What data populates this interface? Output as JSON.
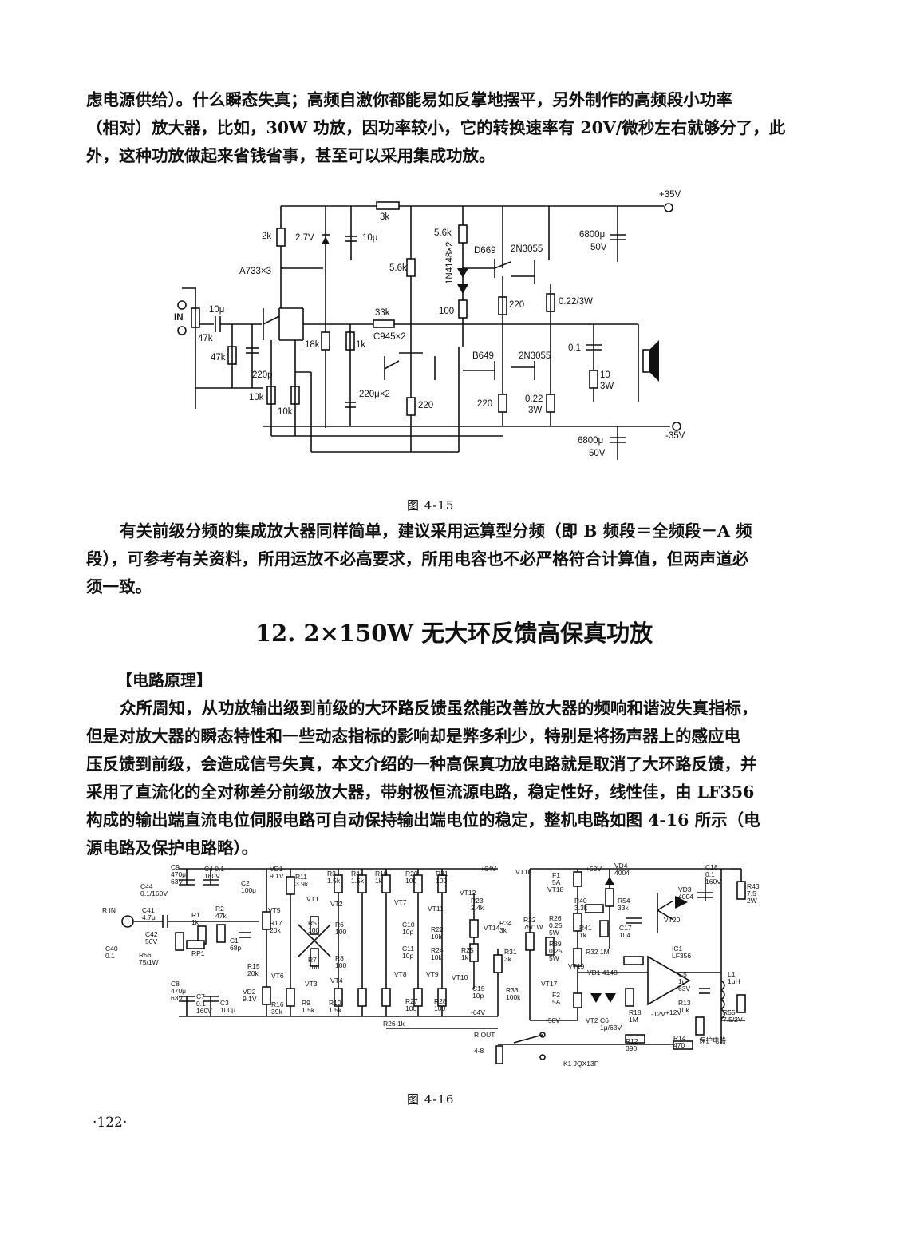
{
  "para1": [
    "虑电源供给）。什么瞬态失真；高频自激你都能易如反掌地摆平，另外制作的高频段小功率",
    "（相对）放大器，比如，30W 功放，因功率较小，它的转换速率有 20V/微秒左右就够分了，此",
    "外，这种功放做起来省钱省事，甚至可以采用集成功放。"
  ],
  "fig1": {
    "caption": "图 4-15",
    "labels": {
      "vplus": "+35V",
      "vminus": "-35V",
      "r3k": "3k",
      "r2k": "2k",
      "z27": "2.7V",
      "c10u": "10μ",
      "r56k_a": "5.6k",
      "r56k_b": "5.6k",
      "a733": "A733×3",
      "in": "IN",
      "c10u_in": "10μ",
      "r47k_a": "47k",
      "r47k_b": "47k",
      "c220p": "220p",
      "r18k": "18k",
      "r1k": "1k",
      "r33k": "33k",
      "c945": "C945×2",
      "c220u": "220μ×2",
      "r10k_a": "10k",
      "r10k_b": "10k",
      "r220_a": "220",
      "d1n4148": "1N4148×2",
      "d669": "D669",
      "t2n3055a": "2N3055",
      "t2n3055b": "2N3055",
      "b649": "B649",
      "r100": "100",
      "r220_b": "220",
      "r220_c": "220",
      "r022a": "0.22/3W",
      "r022b1": "0.22",
      "r022b2": "3W",
      "c01": "0.1",
      "r10_1": "10",
      "r10_2": "3W",
      "c6800a_1": "6800μ",
      "c6800a_2": "50V",
      "c6800b_1": "6800μ",
      "c6800b_2": "50V"
    }
  },
  "para2": [
    "有关前级分频的集成放大器同样简单，建议采用运算型分频（即 B 频段＝全频段－A 频",
    "段），可参考有关资料，所用运放不必高要求，所用电容也不必严格符合计算值，但两声道必",
    "须一致。"
  ],
  "heading": "12.  2×150W 无大环反馈高保真功放",
  "subhead": "【电路原理】",
  "para3": [
    "众所周知，从功放输出级到前级的大环路反馈虽然能改善放大器的频响和谐波失真指标，",
    "但是对放大器的瞬态特性和一些动态指标的影响却是弊多利少，特别是将扬声器上的感应电",
    "压反馈到前级，会造成信号失真，本文介绍的一种高保真功放电路就是取消了大环路反馈，并",
    "采用了直流化的全对称差分前级放大器，带射极恒流源电路，稳定性好，线性佳，由 LF356",
    "构成的输出端直流电位伺服电路可自动保持输出端电位的稳定，整机电路如图 4-16 所示（电",
    "源电路及保护电路略）。"
  ],
  "fig2": {
    "caption": "图 4-16",
    "labels": {
      "c9": "C9 470μ 63V",
      "c4": "C4 0.1 160V",
      "c2": "C2 100μ",
      "vd1": "VD1 9.1V",
      "r11": "R11 3.9k",
      "r3": "R3 1.5k",
      "r4": "R4 1.5k",
      "r19": "R19 1k",
      "r20": "R20 100",
      "r21": "R21 100",
      "p64": "+64V",
      "vt16": "VT16",
      "f1": "F1 5A",
      "p50": "+50V",
      "vd4": "VD4 4004",
      "c18": "C18 0.1 160V",
      "r43": "R43 7.5 2W",
      "c44": "C44 0.1/160V",
      "rin": "R IN",
      "c41": "C41 4.7μ",
      "c42": "C42 50V",
      "r1": "R1 1k",
      "r2": "R2 47k",
      "c1": "C1 68p",
      "rp1": "RP1",
      "c40": "C40 0.1",
      "r56": "R56 75/1W",
      "vt5": "VT5",
      "vt1": "VT1",
      "vt2": "VT2",
      "r17": "R17 20k",
      "r5": "R5 100",
      "r6": "R6 100",
      "r7": "R7 100",
      "r8": "R8 100",
      "vt7": "VT7",
      "vt11": "VT11",
      "vt12": "VT12",
      "c10": "C10 10p",
      "r22": "R22 10k",
      "r23": "R23 2.4k",
      "vt14": "VT14",
      "r34": "R34 3k",
      "r22b": "R22 75/1W",
      "vt18": "VT18",
      "r40": "R40 3.3k",
      "r54": "R54 33k",
      "vd3": "VD3 4004",
      "vt20": "VT20",
      "r26": "R26 0.25 5W",
      "r41": "R41 1k",
      "c17": "C17 104",
      "c11": "C11 10p",
      "r24": "R24 10k",
      "r25": "R25 1k",
      "r31": "R31 3k",
      "r39": "R39 0.25 5W",
      "r32": "R32 1M",
      "ic1": "IC1 LF356",
      "r15": "R15 20k",
      "vt8": "VT8",
      "vt9": "VT9",
      "vt10": "VT10",
      "c15": "C15 10p",
      "r33": "R33 100k",
      "vt19": "VT19",
      "vt17": "VT17",
      "vd1b": "VD1 4148",
      "c5": "C5 1μ 63V",
      "l1": "L1 1μH",
      "c8": "C8 470μ 63V",
      "c7": "C7 0.1 160V",
      "c3": "C3 100μ",
      "vd2": "VD2 9.1V",
      "vt6": "VT6",
      "r16": "R16 39k",
      "vt3": "VT3",
      "vt4": "VT4",
      "r9": "R9 1.5k",
      "r10": "R10 1.5k",
      "r27": "R27 100",
      "r28": "R28 100",
      "m64": "-64V",
      "f2": "F2 5A",
      "m50": "-50V",
      "r18": "R18 1M",
      "m12": "-12V",
      "p12": "+12V",
      "r13": "R13 10k",
      "r55": "R55 7.5/2V",
      "r26b": "R26 1k",
      "rout": "R OUT",
      "ohm": "4-8",
      "vt2b": "VT2",
      "c6": "C6 1μ/63V",
      "r12": "R12 390",
      "r14": "R14 470",
      "prot": "保护电路",
      "k1": "K1 JQX13F"
    }
  },
  "page_number": "·122·"
}
